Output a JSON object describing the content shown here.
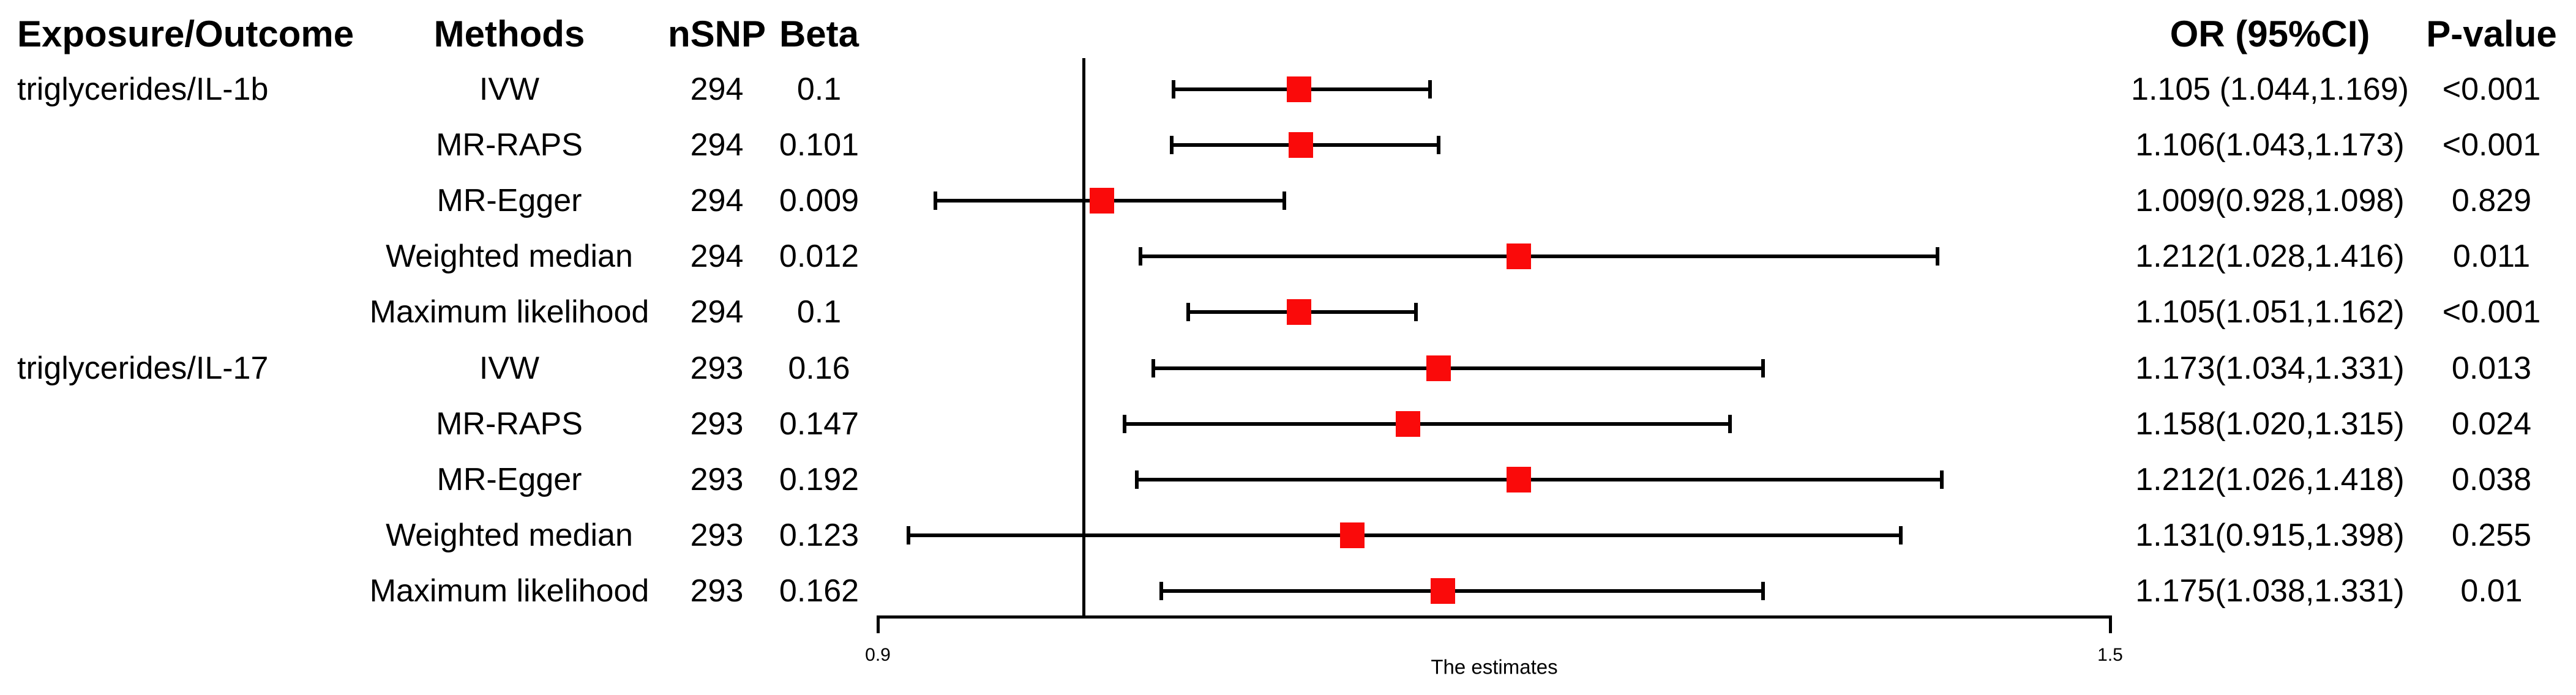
{
  "page": {
    "background": "#ffffff"
  },
  "colors": {
    "marker_red": "#fa0a0a",
    "line_black": "#000000",
    "text_black": "#000000"
  },
  "chart_data": {
    "type": "forest",
    "title": "",
    "xlabel": "The estimates",
    "xlim": [
      0.9,
      1.5
    ],
    "x_tick_labels": [
      "0.9",
      "1.5"
    ],
    "reference_line": 1.0,
    "legend": "none",
    "grid": false,
    "columns": [
      "Exposure/Outcome",
      "Methods",
      "nSNP",
      "Beta",
      "OR (95%CI)",
      "P-value"
    ],
    "rows": [
      {
        "exposure": "triglycerides/IL-1b",
        "method": "IVW",
        "nsnp": "294",
        "beta": "0.1",
        "or": 1.105,
        "ci_low": 1.044,
        "ci_high": 1.169,
        "or_ci": "1.105 (1.044,1.169)",
        "p": "<0.001"
      },
      {
        "exposure": "",
        "method": "MR-RAPS",
        "nsnp": "294",
        "beta": "0.101",
        "or": 1.106,
        "ci_low": 1.043,
        "ci_high": 1.173,
        "or_ci": "1.106(1.043,1.173)",
        "p": "<0.001"
      },
      {
        "exposure": "",
        "method": "MR-Egger",
        "nsnp": "294",
        "beta": "0.009",
        "or": 1.009,
        "ci_low": 0.928,
        "ci_high": 1.098,
        "or_ci": "1.009(0.928,1.098)",
        "p": "0.829"
      },
      {
        "exposure": "",
        "method": "Weighted median",
        "nsnp": "294",
        "beta": "0.012",
        "or": 1.212,
        "ci_low": 1.028,
        "ci_high": 1.416,
        "or_ci": "1.212(1.028,1.416)",
        "p": "0.011"
      },
      {
        "exposure": "",
        "method": "Maximum likelihood",
        "nsnp": "294",
        "beta": "0.1",
        "or": 1.105,
        "ci_low": 1.051,
        "ci_high": 1.162,
        "or_ci": "1.105(1.051,1.162)",
        "p": "<0.001"
      },
      {
        "exposure": "triglycerides/IL-17",
        "method": "IVW",
        "nsnp": "293",
        "beta": "0.16",
        "or": 1.173,
        "ci_low": 1.034,
        "ci_high": 1.331,
        "or_ci": "1.173(1.034,1.331)",
        "p": "0.013"
      },
      {
        "exposure": "",
        "method": "MR-RAPS",
        "nsnp": "293",
        "beta": "0.147",
        "or": 1.158,
        "ci_low": 1.02,
        "ci_high": 1.315,
        "or_ci": "1.158(1.020,1.315)",
        "p": "0.024"
      },
      {
        "exposure": "",
        "method": "MR-Egger",
        "nsnp": "293",
        "beta": "0.192",
        "or": 1.212,
        "ci_low": 1.026,
        "ci_high": 1.418,
        "or_ci": "1.212(1.026,1.418)",
        "p": "0.038"
      },
      {
        "exposure": "",
        "method": "Weighted median",
        "nsnp": "293",
        "beta": "0.123",
        "or": 1.131,
        "ci_low": 0.915,
        "ci_high": 1.398,
        "or_ci": "1.131(0.915,1.398)",
        "p": "0.255"
      },
      {
        "exposure": "",
        "method": "Maximum likelihood",
        "nsnp": "293",
        "beta": "0.162",
        "or": 1.175,
        "ci_low": 1.038,
        "ci_high": 1.331,
        "or_ci": "1.175(1.038,1.331)",
        "p": "0.01"
      }
    ]
  }
}
